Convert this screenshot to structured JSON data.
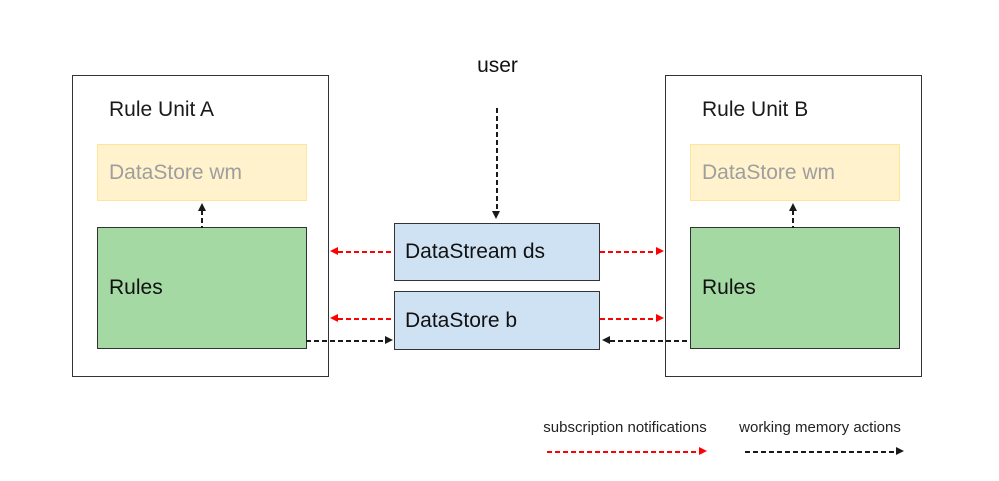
{
  "diagram": {
    "user_label": "user",
    "rule_units": [
      {
        "title": "Rule Unit A",
        "datastore_label": "DataStore wm",
        "rules_label": "Rules"
      },
      {
        "title": "Rule Unit B",
        "datastore_label": "DataStore wm",
        "rules_label": "Rules"
      }
    ],
    "channels": [
      {
        "label": "DataStream ds"
      },
      {
        "label": "DataStore b"
      }
    ],
    "arrows": [
      {
        "from": "user",
        "to": "DataStream ds",
        "style": "black-dashed"
      },
      {
        "from": "Rules (Rule Unit A)",
        "to": "DataStore wm (Rule Unit A)",
        "style": "black-dashed"
      },
      {
        "from": "Rules (Rule Unit B)",
        "to": "DataStore wm (Rule Unit B)",
        "style": "black-dashed"
      },
      {
        "from": "DataStream ds",
        "to": "Rule Unit A",
        "style": "red-dashed"
      },
      {
        "from": "DataStream ds",
        "to": "Rule Unit B",
        "style": "red-dashed"
      },
      {
        "from": "DataStore b",
        "to": "Rule Unit A",
        "style": "red-dashed"
      },
      {
        "from": "DataStore b",
        "to": "Rule Unit B",
        "style": "red-dashed"
      },
      {
        "from": "Rules (Rule Unit A)",
        "to": "DataStore b",
        "style": "black-dashed"
      },
      {
        "from": "Rules (Rule Unit B)",
        "to": "DataStore b",
        "style": "black-dashed"
      }
    ],
    "legend": [
      {
        "label": "subscription notifications",
        "arrow_color": "#ff0000"
      },
      {
        "label": "working memory actions",
        "arrow_color": "#1a1a1a"
      }
    ],
    "colors": {
      "datastore_wm_fill": "#fff2cc",
      "datastore_wm_border": "#ffe599",
      "datastore_wm_text": "#9e9e9e",
      "rules_fill": "#a4d9a4",
      "channel_fill": "#cfe2f3",
      "box_border": "#333333",
      "subscription_arrow": "#ff0000",
      "working_memory_arrow": "#1a1a1a",
      "background": "#ffffff"
    }
  }
}
